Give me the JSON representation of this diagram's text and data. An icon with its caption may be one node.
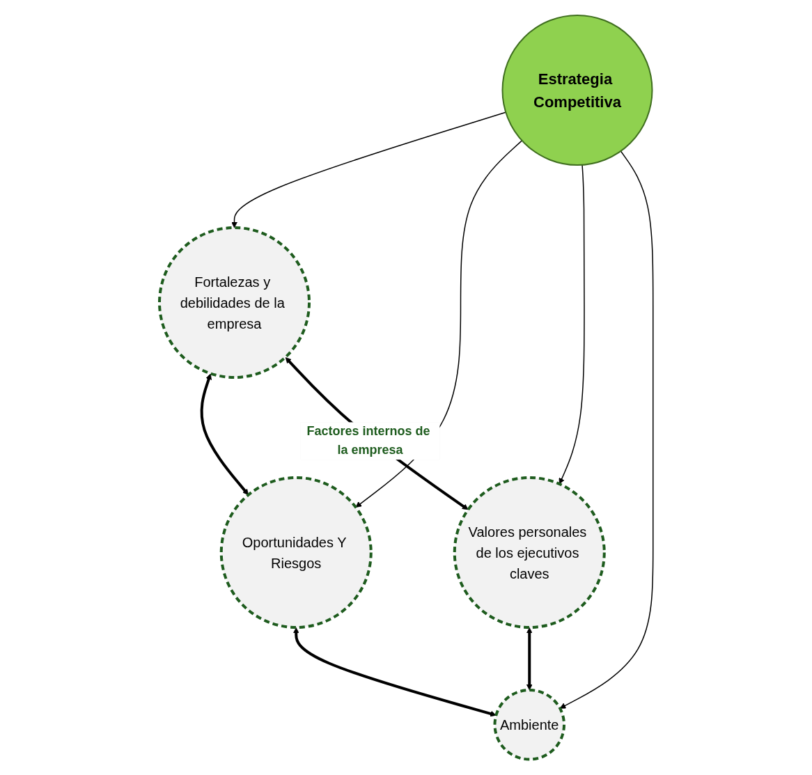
{
  "diagram": {
    "nodes": [
      {
        "text": [
          "Fortalezas y debilidades de la empresa"
        ]
      },
      {
        "text": [
          "Oportunidades Y Riesgos"
        ]
      },
      {
        "text": [
          "Estrategia Competitiva"
        ]
      },
      {
        "text": [
          "Valores personales de los ejecutivos claves"
        ]
      },
      {
        "text": [
          "Ambiente"
        ]
      }
    ],
    "edges": [
      {
        "from": 0,
        "to": 1,
        "arrow": "both",
        "style": "thick"
      },
      {
        "from": 2,
        "to": 0,
        "arrow": "to"
      },
      {
        "from": 2,
        "to": 1,
        "arrow": "to"
      },
      {
        "from": 0,
        "to": 3,
        "arrow": "both",
        "style": "thick",
        "label": "Factores internos de la empresa"
      },
      {
        "from": 1,
        "to": 4,
        "arrow": "both",
        "style": "thick"
      },
      {
        "from": 2,
        "to": 3,
        "arrow": "to"
      },
      {
        "from": 2,
        "to": 4,
        "arrow": "to"
      },
      {
        "from": 3,
        "to": 4,
        "arrow": "both",
        "style": "thick"
      }
    ]
  }
}
